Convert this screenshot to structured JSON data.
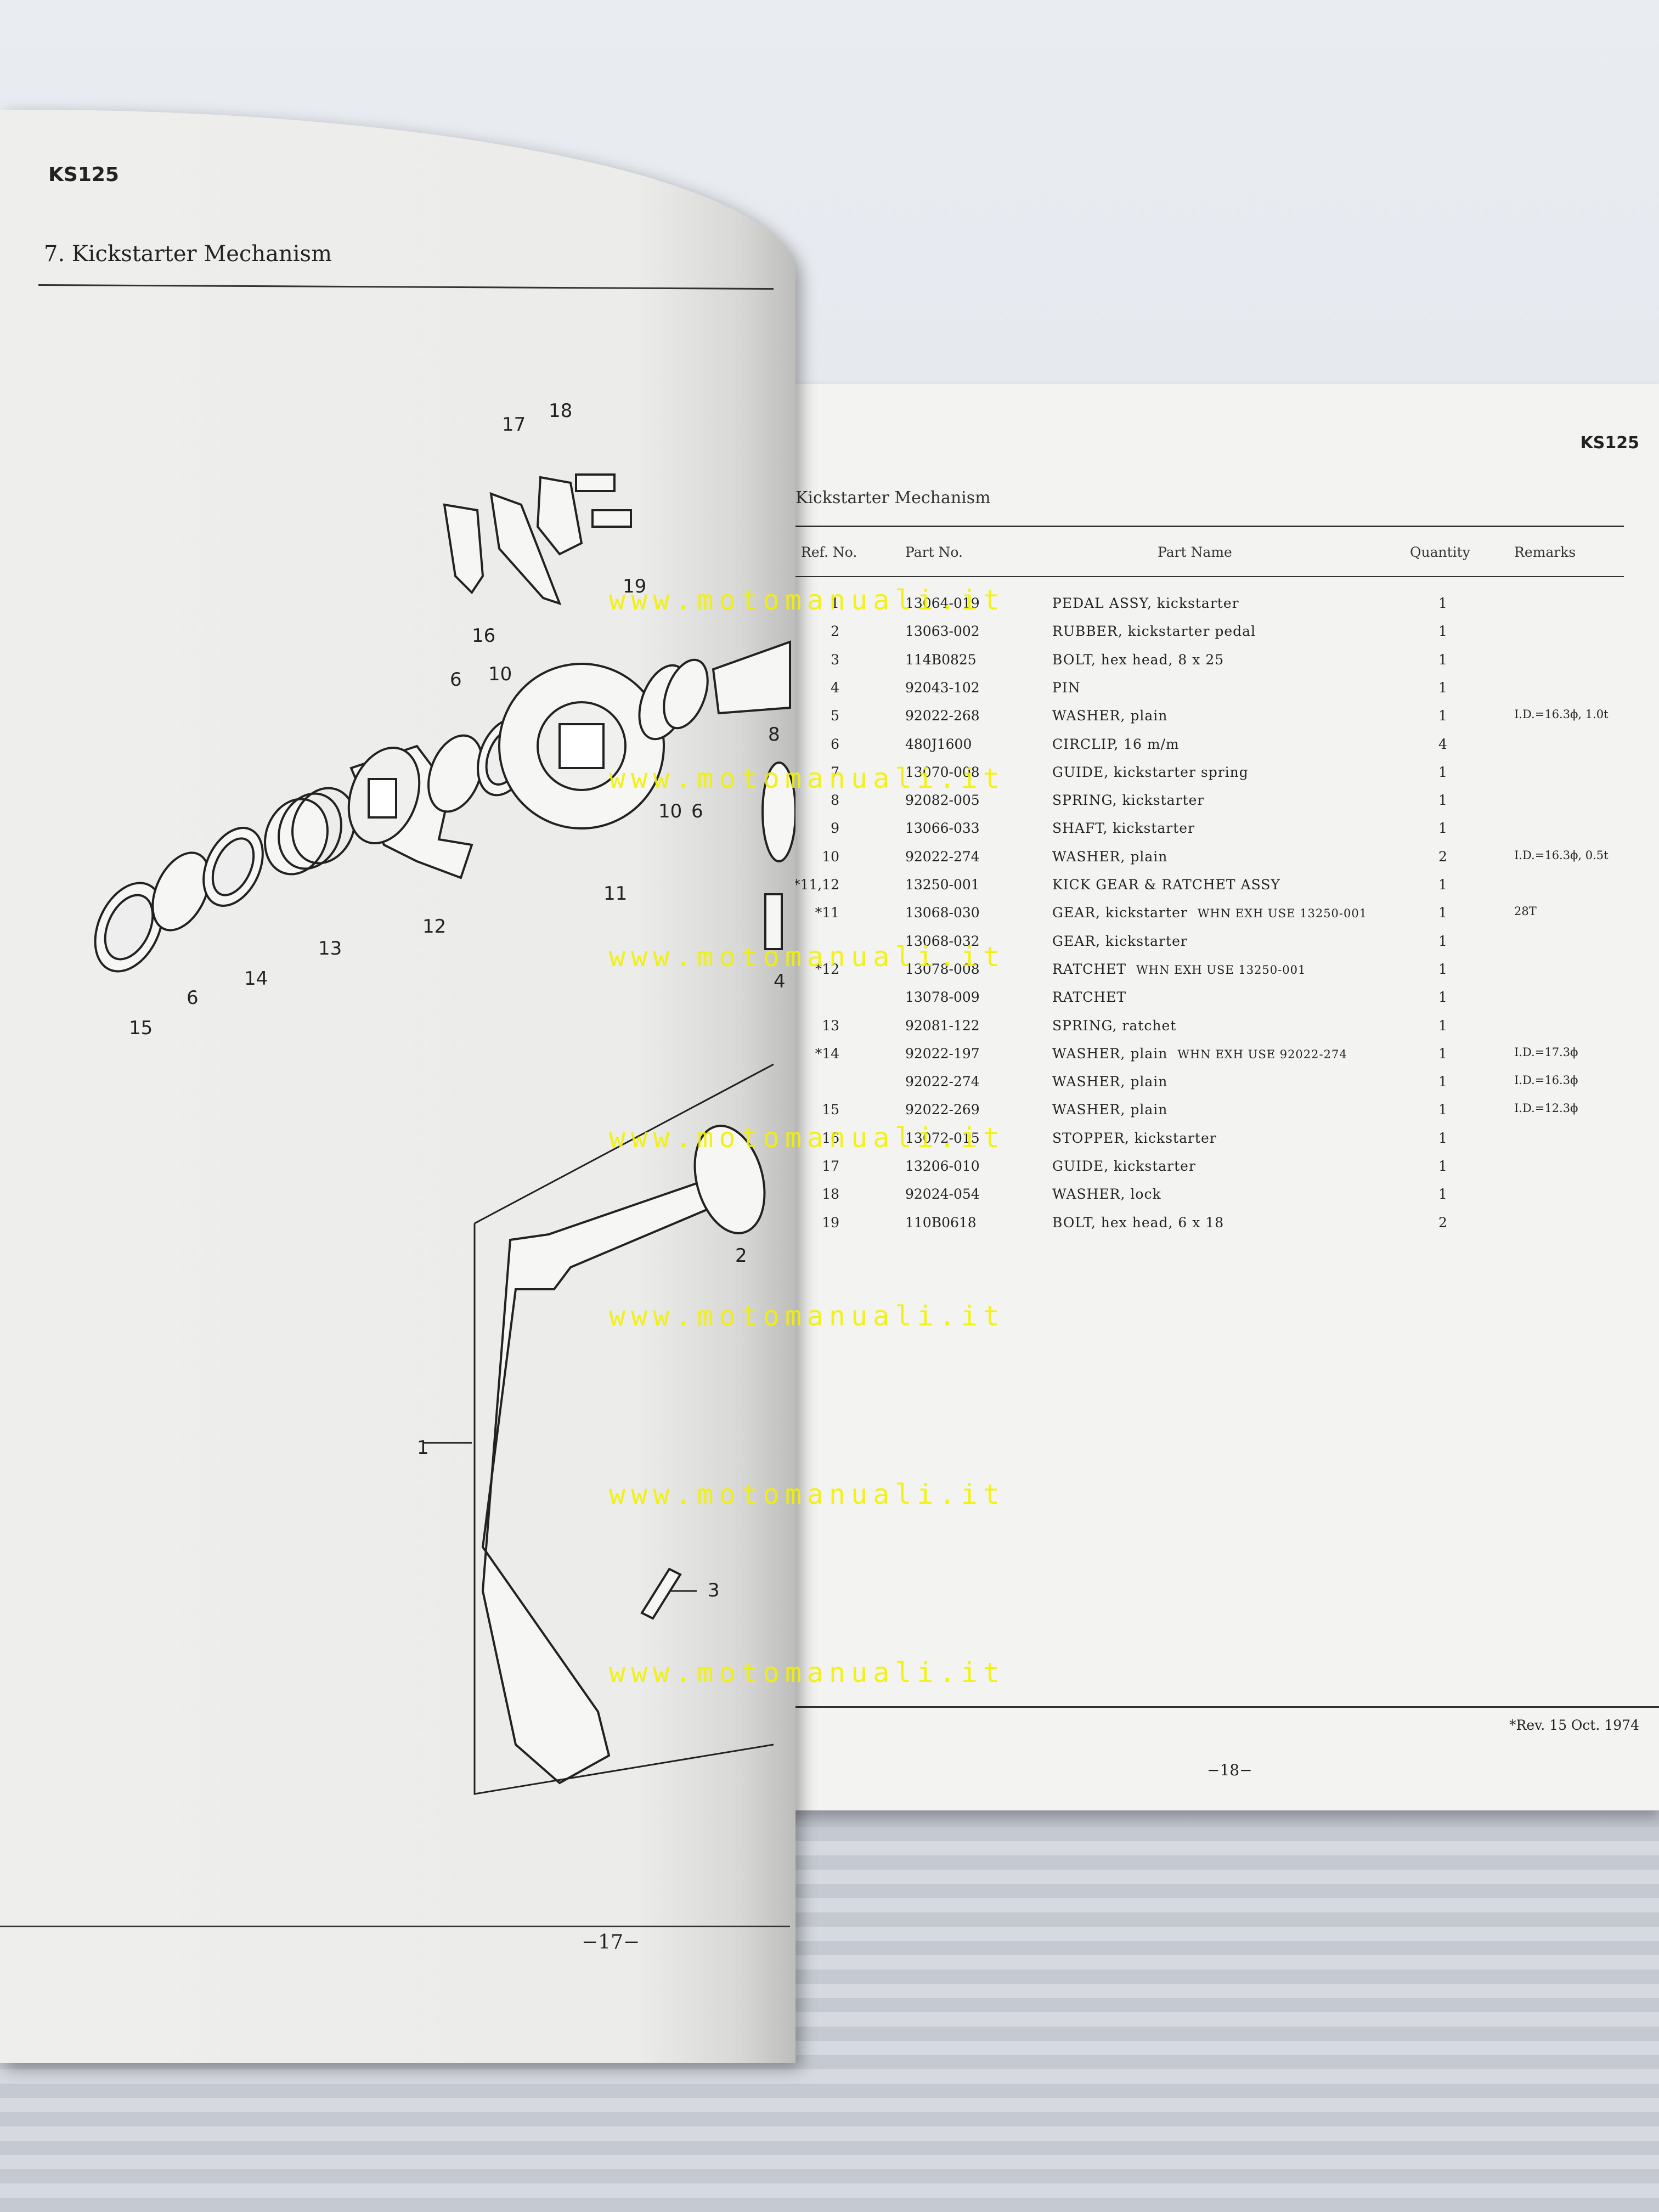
{
  "left_page": {
    "model": "KS125",
    "section_title": "7.  Kickstarter Mechanism",
    "page_number": "−17−",
    "diagram_labels": [
      "1",
      "2",
      "3",
      "4",
      "6",
      "6",
      "6",
      "8",
      "10",
      "10",
      "11",
      "12",
      "13",
      "14",
      "15",
      "16",
      "17",
      "18",
      "19"
    ]
  },
  "right_page": {
    "model": "KS125",
    "section_title": "Kickstarter Mechanism",
    "columns": {
      "ref": "Ref. No.",
      "part_no": "Part  No.",
      "part_name": "Part  Name",
      "quantity": "Quantity",
      "remarks": "Remarks"
    },
    "rows": [
      {
        "ref": "1",
        "part_no": "13064-019",
        "name": "PEDAL  ASSY,  kickstarter",
        "note": "",
        "qty": "1",
        "remarks": ""
      },
      {
        "ref": "2",
        "part_no": "13063-002",
        "name": "RUBBER,  kickstarter pedal",
        "note": "",
        "qty": "1",
        "remarks": ""
      },
      {
        "ref": "3",
        "part_no": "114B0825",
        "name": "BOLT,  hex head,  8 x 25",
        "note": "",
        "qty": "1",
        "remarks": ""
      },
      {
        "ref": "4",
        "part_no": "92043-102",
        "name": "PIN",
        "note": "",
        "qty": "1",
        "remarks": ""
      },
      {
        "ref": "5",
        "part_no": "92022-268",
        "name": "WASHER,  plain",
        "note": "",
        "qty": "1",
        "remarks": "I.D.=16.3ϕ, 1.0t"
      },
      {
        "ref": "6",
        "part_no": "480J1600",
        "name": "CIRCLIP,  16 m/m",
        "note": "",
        "qty": "4",
        "remarks": ""
      },
      {
        "ref": "7",
        "part_no": "13070-008",
        "name": "GUIDE,  kickstarter spring",
        "note": "",
        "qty": "1",
        "remarks": ""
      },
      {
        "ref": "8",
        "part_no": "92082-005",
        "name": "SPRING,  kickstarter",
        "note": "",
        "qty": "1",
        "remarks": ""
      },
      {
        "ref": "9",
        "part_no": "13066-033",
        "name": "SHAFT,  kickstarter",
        "note": "",
        "qty": "1",
        "remarks": ""
      },
      {
        "ref": "10",
        "part_no": "92022-274",
        "name": "WASHER,  plain",
        "note": "",
        "qty": "2",
        "remarks": "I.D.=16.3ϕ, 0.5t"
      },
      {
        "ref": "*11,12",
        "part_no": "13250-001",
        "name": "KICK  GEAR  &  RATCHET  ASSY",
        "note": "",
        "qty": "1",
        "remarks": ""
      },
      {
        "ref": "*11",
        "part_no": "13068-030",
        "name": "GEAR,  kickstarter",
        "note": "WHN EXH USE 13250-001",
        "qty": "1",
        "remarks": "28T"
      },
      {
        "ref": "",
        "part_no": "13068-032",
        "name": "GEAR,  kickstarter",
        "note": "",
        "qty": "1",
        "remarks": ""
      },
      {
        "ref": "*12",
        "part_no": "13078-008",
        "name": "RATCHET",
        "note": "WHN EXH USE 13250-001",
        "qty": "1",
        "remarks": ""
      },
      {
        "ref": "",
        "part_no": "13078-009",
        "name": "RATCHET",
        "note": "",
        "qty": "1",
        "remarks": ""
      },
      {
        "ref": "13",
        "part_no": "92081-122",
        "name": "SPRING,  ratchet",
        "note": "",
        "qty": "1",
        "remarks": ""
      },
      {
        "ref": "*14",
        "part_no": "92022-197",
        "name": "WASHER,  plain",
        "note": "WHN EXH USE 92022-274",
        "qty": "1",
        "remarks": "I.D.=17.3ϕ"
      },
      {
        "ref": "",
        "part_no": "92022-274",
        "name": "WASHER,  plain",
        "note": "",
        "qty": "1",
        "remarks": "I.D.=16.3ϕ"
      },
      {
        "ref": "15",
        "part_no": "92022-269",
        "name": "WASHER,  plain",
        "note": "",
        "qty": "1",
        "remarks": "I.D.=12.3ϕ"
      },
      {
        "ref": "16",
        "part_no": "13072-015",
        "name": "STOPPER,  kickstarter",
        "note": "",
        "qty": "1",
        "remarks": ""
      },
      {
        "ref": "17",
        "part_no": "13206-010",
        "name": "GUIDE,  kickstarter",
        "note": "",
        "qty": "1",
        "remarks": ""
      },
      {
        "ref": "18",
        "part_no": "92024-054",
        "name": "WASHER,  lock",
        "note": "",
        "qty": "1",
        "remarks": ""
      },
      {
        "ref": "19",
        "part_no": "110B0618",
        "name": "BOLT,  hex head,  6 x 18",
        "note": "",
        "qty": "2",
        "remarks": ""
      }
    ],
    "revision": "*Rev. 15 Oct. 1974",
    "page_number": "−18−"
  },
  "watermark": "www.motomanuali.it"
}
